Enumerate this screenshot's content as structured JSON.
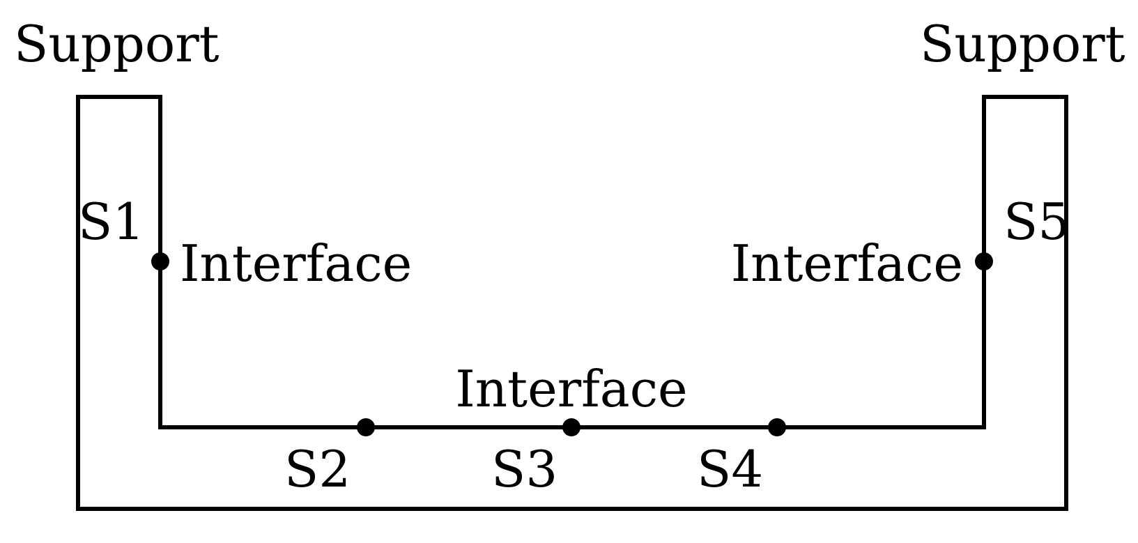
{
  "labels": {
    "support_left": "Support",
    "support_right": "Support",
    "segment_1": "S1",
    "segment_2": "S2",
    "segment_3": "S3",
    "segment_4": "S4",
    "segment_5": "S5",
    "interface_left": "Interface",
    "interface_right": "Interface",
    "interface_bottom": "Interface"
  },
  "colors": {
    "stroke": "#000000",
    "background": "#ffffff"
  }
}
